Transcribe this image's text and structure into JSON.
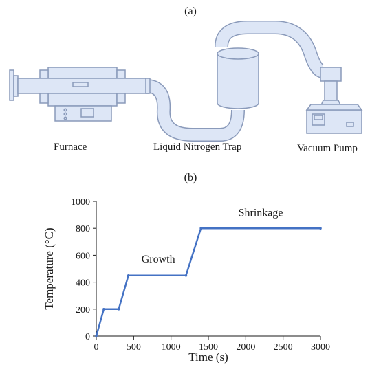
{
  "panel_a": {
    "label": "(a)",
    "captions": {
      "furnace": "Furnace",
      "trap": "Liquid Nitrogen Trap",
      "pump": "Vacuum Pump"
    },
    "colors": {
      "fill": "#dde6f6",
      "stroke": "#8a9aba"
    }
  },
  "panel_b": {
    "label": "(b)"
  },
  "chart_data": {
    "type": "line",
    "xlabel": "Time (s)",
    "ylabel": "Temperature (°C)",
    "xlim": [
      0,
      3000
    ],
    "ylim": [
      0,
      1000
    ],
    "xticks": [
      0,
      500,
      1000,
      1500,
      2000,
      2500,
      3000
    ],
    "yticks": [
      0,
      200,
      400,
      600,
      800,
      1000
    ],
    "grid": false,
    "series": [
      {
        "color": "#4472c4",
        "x": [
          0,
          100,
          300,
          430,
          1200,
          1400,
          3000
        ],
        "y": [
          0,
          200,
          200,
          450,
          450,
          800,
          800
        ]
      }
    ],
    "annotations": [
      {
        "text": "Growth",
        "x": 830,
        "y": 545
      },
      {
        "text": "Shrinkage",
        "x": 2200,
        "y": 890
      }
    ]
  }
}
